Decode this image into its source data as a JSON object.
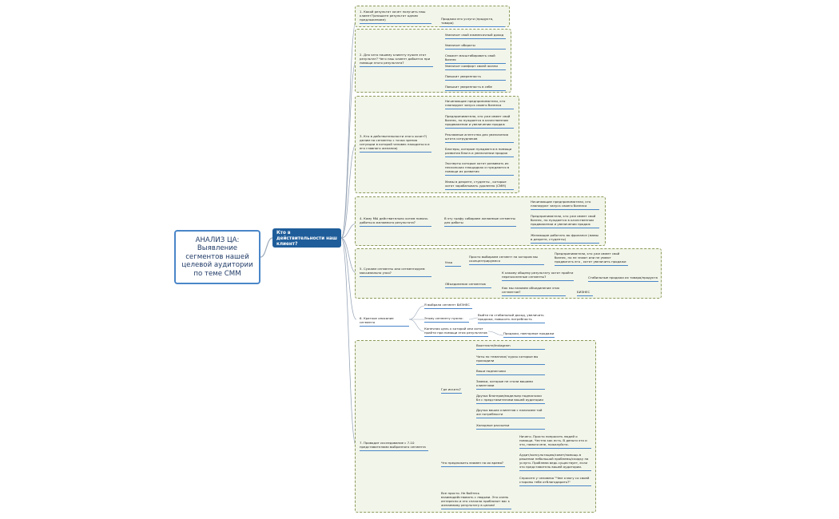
{
  "root": {
    "label": "АНАЛИЗ ЦА: Выявление сегментов нашей целевой аудитории по теме СММ"
  },
  "main": {
    "label": "Кто в действительности наш клиент?"
  },
  "s1": {
    "q": "1. Какой результат хочет получить наш клиент?(опишите результат одним предложением)",
    "a": "Продажи его услуги (продукта, товара)"
  },
  "s2": {
    "q": "2. Для чего нашему клиенту нужен этот результат? Чего наш клиент добьется при помощи этого результата?",
    "items": [
      "Увеличит свой ежемесячный доход",
      "Увеличит обороты",
      "Сможет масштабировать свой бизнес",
      "Увеличит комфорт своей жизни",
      "Повысит уверенность",
      "Повысит уверенность в себе"
    ]
  },
  "s3": {
    "q": "3. Кто в действительности этого хочет?( делим на сегменты с точки зрения ситуации в которой человек находиться и его главного желания)",
    "items": [
      "Начинающие предприниматели, кто планируют запуск своего бизнеса",
      "Предприниматели, кто уже имеет свой бизнес, но нуждается в качественном продвижении и увеличении продаж",
      "Рекламные агентства для увеличения штата сотрудников",
      "Блогеры, которые нуждаются в помощи развития блога и увеличении продаж",
      "Эксперты которые хотят развивать их нескольких площадках и нуждаются в помощи их развития",
      "Мамы в декрете, студенты , которые хотят зарабатывать удаленно (СММ)"
    ]
  },
  "s4": {
    "q": "4. Кому МЫ действительно хотим помочь добиться желаемого результата?",
    "mid": "В эту графу собираем желаемые сегменты для работы",
    "items": [
      "Начинающие предприниматели, кто планируют запуск своего бизнеса",
      "Предприниматели, кто уже имеет свой бизнес, но нуждается в качественном продвижении и увеличении продаж",
      "Желающие работать во фрилансе (мамы в декрете, студенты)"
    ]
  },
  "s5": {
    "q": "5. Сужаем сегменты или сегментируем максимально узко?",
    "narrow": "Узко",
    "narrow_a": "Просто выбираем сегмент на котором мы сконцентрируемся",
    "narrow_b": "Предприниматели, кто уже имеет свой бизнес, но не знают или не умеют продвигать его , хотят увеличить продажи",
    "union": "Объединение сегментов",
    "u1": "К какому общему результату хотят прийти перечисленные сегменты?",
    "u1a": "Стабильные продажи их товара/продукта",
    "u2": "Как мы назовем объединение этих сегментов?",
    "u2a": "БИЗНЕС"
  },
  "s6": {
    "q": "6. Краткое описание сегмента",
    "a1": "Я выбрала сегмент БИЗНЕС",
    "a2": "Этому сегменту нужно:",
    "a2b": "Выйти на стабильный доход, увеличить продажи, повысить потребность",
    "a3": "Конечная цель к которой они хотят прийти при помощи этих результатов",
    "a3b": "Продажи, повторные продажи"
  },
  "s7": {
    "q": "7. Проводит исследование с 7-10 представителями выбранного сегмента",
    "where": "Где искать?",
    "where_items": [
      "Вконтакте/Instagram",
      "Чаты по тематике/ курсы которые вы проходили",
      "Ваши подписчики",
      "Заявки, которые не стали вашими клиентами",
      "Друзья блогеров/модельер подписчики бл с представителями вашей аудитории",
      "Друзья ваших клиентов с наличием той же потребности",
      "Холодные рассылки"
    ],
    "offer": "Что предложить взамен на их время?",
    "offer_items": [
      "Ничего. Просто попросить людей о помощи. Честно как есть. В деньги это и это, помоги мне, пожалуйста.",
      "Аудит/консультацию/совет/помощь в решении небольшой проблемы/скидку на услуги. Проблема ведь существует, если это представитель вашей аудитории.",
      "Спросите у человека \"Чем я могу со своей стороны тебе отблагодарить?\""
    ],
    "tail": "Все просто. Не бойтесь взаимодействовать с людьми. Это очень интересно и это сначала приблизит вас к желаемому результату в целом!"
  }
}
